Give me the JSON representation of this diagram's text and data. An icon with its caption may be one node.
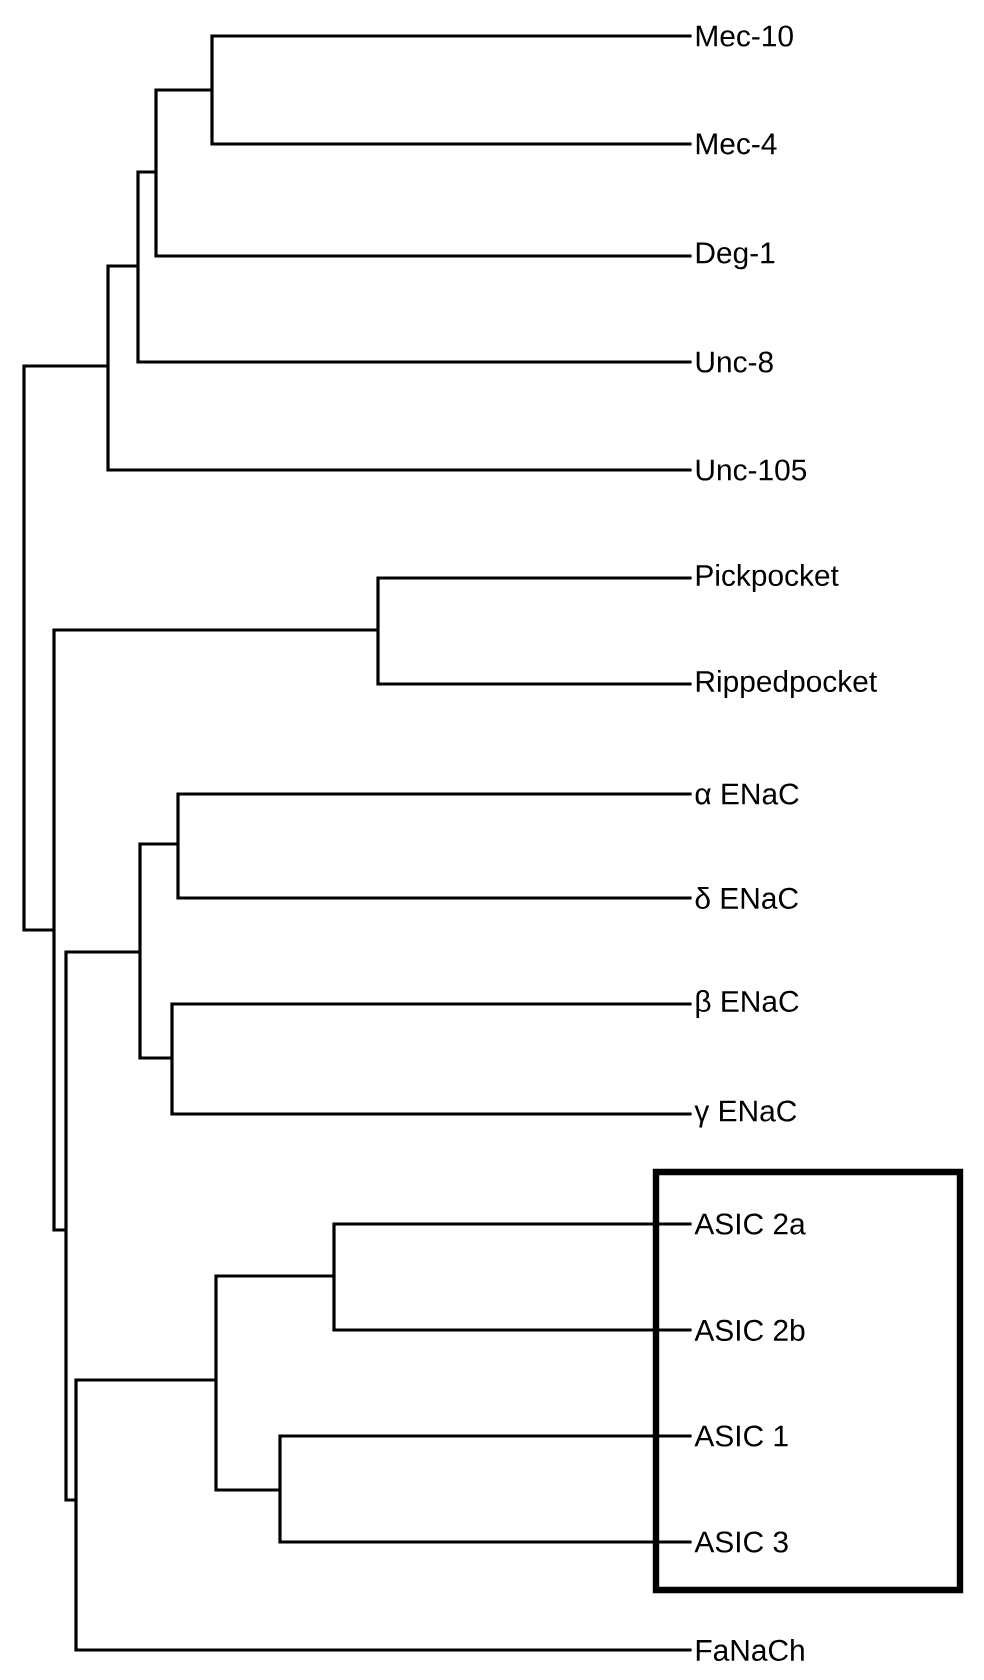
{
  "diagram": {
    "nodes": [
      {
        "text": [
          "Mec-10"
        ]
      },
      {
        "text": [
          "Mec-4"
        ]
      },
      {
        "text": [
          "Deg-1"
        ]
      },
      {
        "text": [
          "Unc-8"
        ]
      },
      {
        "text": [
          "Unc-105"
        ]
      },
      {
        "text": [
          "Pickpocket"
        ]
      },
      {
        "text": [
          "Rippedpocket"
        ]
      },
      {
        "text": [
          "α ENaC"
        ]
      },
      {
        "text": [
          "δ ENaC"
        ]
      },
      {
        "text": [
          "β ENaC"
        ]
      },
      {
        "text": [
          "γ ENaC"
        ]
      },
      {
        "text": [],
        "shape": "box"
      },
      {
        "text": [
          "ASIC 2a"
        ],
        "in": 11
      },
      {
        "text": [
          "ASIC 2b"
        ],
        "in": 11
      },
      {
        "text": [
          "ASIC 1"
        ],
        "in": 11
      },
      {
        "text": [
          "ASIC 3"
        ],
        "in": 11
      },
      {
        "text": [
          "FaNaCh"
        ]
      }
    ]
  }
}
